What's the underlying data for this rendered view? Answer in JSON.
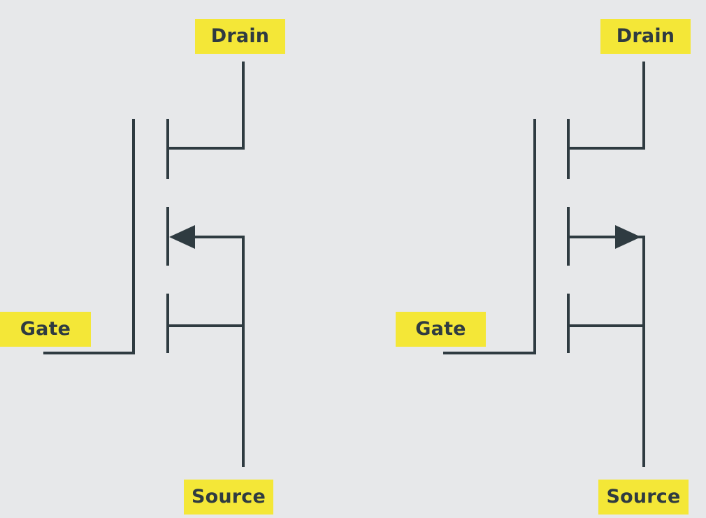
{
  "colors": {
    "background": "#e7e8ea",
    "wire": "#2f3b41",
    "label_fill": "#f4e737",
    "label_text": "#2f3b41"
  },
  "transistors": [
    {
      "arrow_direction": "inward",
      "labels": {
        "drain": "Drain",
        "gate": "Gate",
        "source": "Source"
      }
    },
    {
      "arrow_direction": "outward",
      "labels": {
        "drain": "Drain",
        "gate": "Gate",
        "source": "Source"
      }
    }
  ]
}
